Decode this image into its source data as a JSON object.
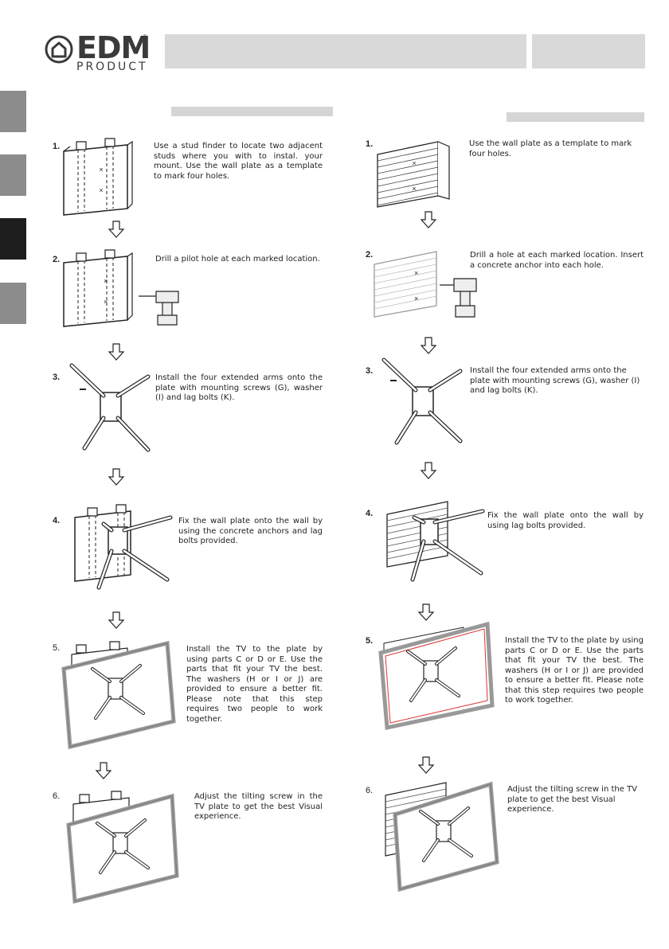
{
  "brand": {
    "name": "EDM",
    "sub": "PRODUCT",
    "reg": "®"
  },
  "left": {
    "steps": [
      {
        "num": "1.",
        "text": "Use a stud finder to locate two adjacent studs where you with to instal. your mount. Use the wall plate as a template to mark four holes."
      },
      {
        "num": "2.",
        "text": "Drill a pilot hole at each marked location."
      },
      {
        "num": "3.",
        "text": "Install the four extended arms onto the plate with mounting screws (G), washer (I) and lag bolts (K)."
      },
      {
        "num": "4.",
        "text": "Fix the wall plate onto the wall by using the concrete anchors and lag bolts provided."
      },
      {
        "num": "5.",
        "text": "Install the TV to the plate by using parts C or D or E. Use the parts that fit your TV the best. The washers (H or I or J) are provided to ensure a better fit. Please note that this step requires two people to work together."
      },
      {
        "num": "6.",
        "text": "Adjust the tilting screw in the TV plate to get the best Visual experience."
      }
    ]
  },
  "right": {
    "steps": [
      {
        "num": "1.",
        "text": "Use the wall plate as a template to mark four holes."
      },
      {
        "num": "2.",
        "text": "Drill a hole at each marked location. Insert a concrete anchor into each hole."
      },
      {
        "num": "3.",
        "text": "Install the four extended arms onto the plate with mounting screws (G), washer (I) and lag bolts (K)."
      },
      {
        "num": "4.",
        "text": "Fix the wall plate onto the wall by using lag bolts provided."
      },
      {
        "num": "5.",
        "text": "Install the TV to the plate by using parts C or D or E. Use the parts that fit your TV the best. The washers (H or I or J) are provided to ensure a better fit. Please note that this step requires two people to work together."
      },
      {
        "num": "6.",
        "text": "Adjust the tilting screw in the TV plate to get the best Visual experience."
      }
    ]
  },
  "icons": [
    "house-logo-icon",
    "down-arrow-icon"
  ]
}
